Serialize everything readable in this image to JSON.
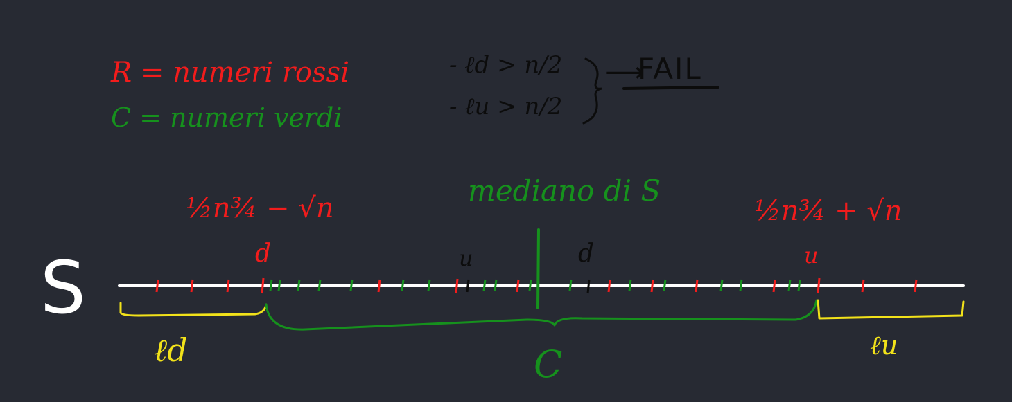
{
  "legend": {
    "red_line": "R = numeri rossi",
    "green_line": "C = numeri verdi"
  },
  "conditions": {
    "line1": "- ℓd > n/2",
    "line2": "- ℓu > n/2",
    "arrow": "⟶",
    "result": "FAIL"
  },
  "set_label": "S",
  "median_label": "mediano di S",
  "left_formula": "½n¾ − √n",
  "right_formula": "½n¾ + √n",
  "marker_d_red": "d",
  "marker_u_red": "u",
  "marker_u_black": "u",
  "marker_d_black": "d",
  "ld_label": "ℓd",
  "lu_label": "ℓu",
  "c_label": "C",
  "colors": {
    "background": "#272a33",
    "red": "#f21c1c",
    "green": "#16911d",
    "yellow": "#f2e21a",
    "white": "#ffffff",
    "black": "#0c0c0c"
  }
}
